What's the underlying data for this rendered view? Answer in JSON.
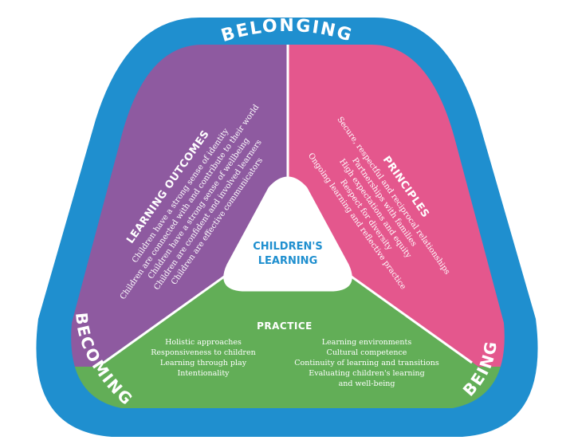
{
  "ring": {
    "top": "BELONGING",
    "left": "BECOMING",
    "right": "BEING"
  },
  "center": {
    "line1": "CHILDREN'S",
    "line2": "LEARNING"
  },
  "outcomes": {
    "title": "LEARNING OUTCOMES",
    "items": [
      "Children have a strong sense of identity",
      "Children are connected with and contribute to their world",
      "Children have a strong sense of wellbeing",
      "Children are confident and involved learners",
      "Children are effective communicators"
    ]
  },
  "principles": {
    "title": "PRINCIPLES",
    "items": [
      "Secure, respectful and reciprocal relationships",
      "Partnerships with families",
      "High expectations and equity",
      "Respect for diversity",
      "Ongoing learning and reflective practice"
    ]
  },
  "practice": {
    "title": "PRACTICE",
    "left_items": [
      "Holistic approaches",
      "Responsiveness to children",
      "Learning through play",
      "Intentionality"
    ],
    "right_items": [
      "Learning environments",
      "Cultural competence",
      "Continuity of learning and transitions",
      "Evaluating children's learning",
      "and well-being"
    ]
  },
  "colors": {
    "ring": "#1f8fcf",
    "ring_dark": "#1a7bb8",
    "outcomes": "#8e5aa0",
    "principles": "#e4578d",
    "practice": "#62ae57",
    "center_fill": "#ffffff",
    "center_text": "#1f8fcf"
  }
}
